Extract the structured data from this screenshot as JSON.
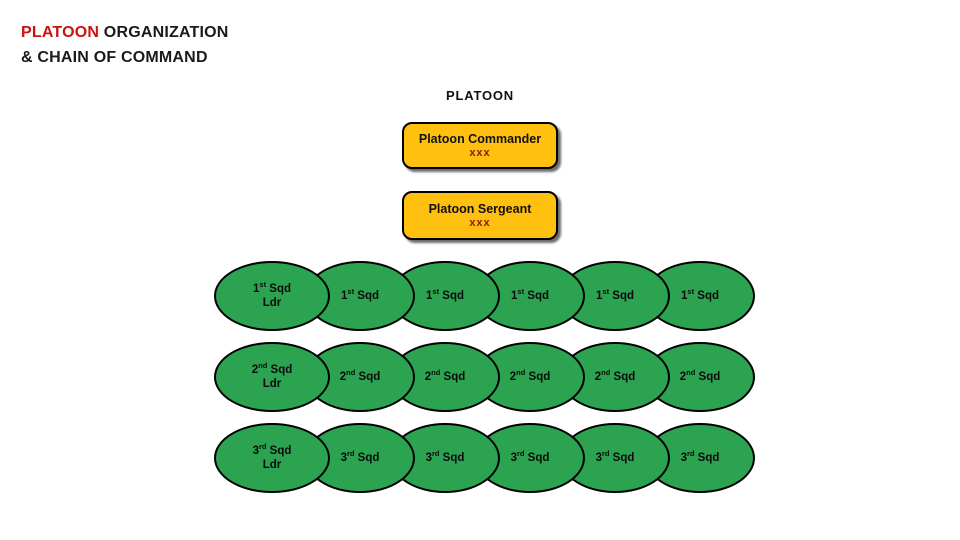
{
  "slide": {
    "title": {
      "highlight": "PLATOON",
      "rest": " ORGANIZATION",
      "line2": "& CHAIN OF COMMAND"
    },
    "org_heading": "PLATOON",
    "command_boxes": [
      {
        "role": "Platoon Commander",
        "rank_marker": "xxx"
      },
      {
        "role": "Platoon Sergeant",
        "rank_marker": "xxx"
      }
    ],
    "squad_rows": [
      {
        "cells": [
          {
            "ordinal": "1",
            "suffix": "st",
            "unit": "Sqd",
            "line2": "Ldr"
          },
          {
            "ordinal": "1",
            "suffix": "st",
            "unit": "Sqd"
          },
          {
            "ordinal": "1",
            "suffix": "st",
            "unit": "Sqd"
          },
          {
            "ordinal": "1",
            "suffix": "st",
            "unit": "Sqd"
          },
          {
            "ordinal": "1",
            "suffix": "st",
            "unit": "Sqd"
          },
          {
            "ordinal": "1",
            "suffix": "st",
            "unit": "Sqd"
          }
        ]
      },
      {
        "cells": [
          {
            "ordinal": "2",
            "suffix": "nd",
            "unit": "Sqd",
            "line2": "Ldr"
          },
          {
            "ordinal": "2",
            "suffix": "nd",
            "unit": "Sqd"
          },
          {
            "ordinal": "2",
            "suffix": "nd",
            "unit": "Sqd"
          },
          {
            "ordinal": "2",
            "suffix": "nd",
            "unit": "Sqd"
          },
          {
            "ordinal": "2",
            "suffix": "nd",
            "unit": "Sqd"
          },
          {
            "ordinal": "2",
            "suffix": "nd",
            "unit": "Sqd"
          }
        ]
      },
      {
        "cells": [
          {
            "ordinal": "3",
            "suffix": "rd",
            "unit": "Sqd",
            "line2": "Ldr"
          },
          {
            "ordinal": "3",
            "suffix": "rd",
            "unit": "Sqd"
          },
          {
            "ordinal": "3",
            "suffix": "rd",
            "unit": "Sqd"
          },
          {
            "ordinal": "3",
            "suffix": "rd",
            "unit": "Sqd"
          },
          {
            "ordinal": "3",
            "suffix": "rd",
            "unit": "Sqd"
          },
          {
            "ordinal": "3",
            "suffix": "rd",
            "unit": "Sqd"
          }
        ]
      }
    ],
    "colors": {
      "accent_red": "#cc1111",
      "box_fill": "#ffc010",
      "ellipse_fill": "#2ca350",
      "marker_color": "#8b1a1a"
    }
  }
}
